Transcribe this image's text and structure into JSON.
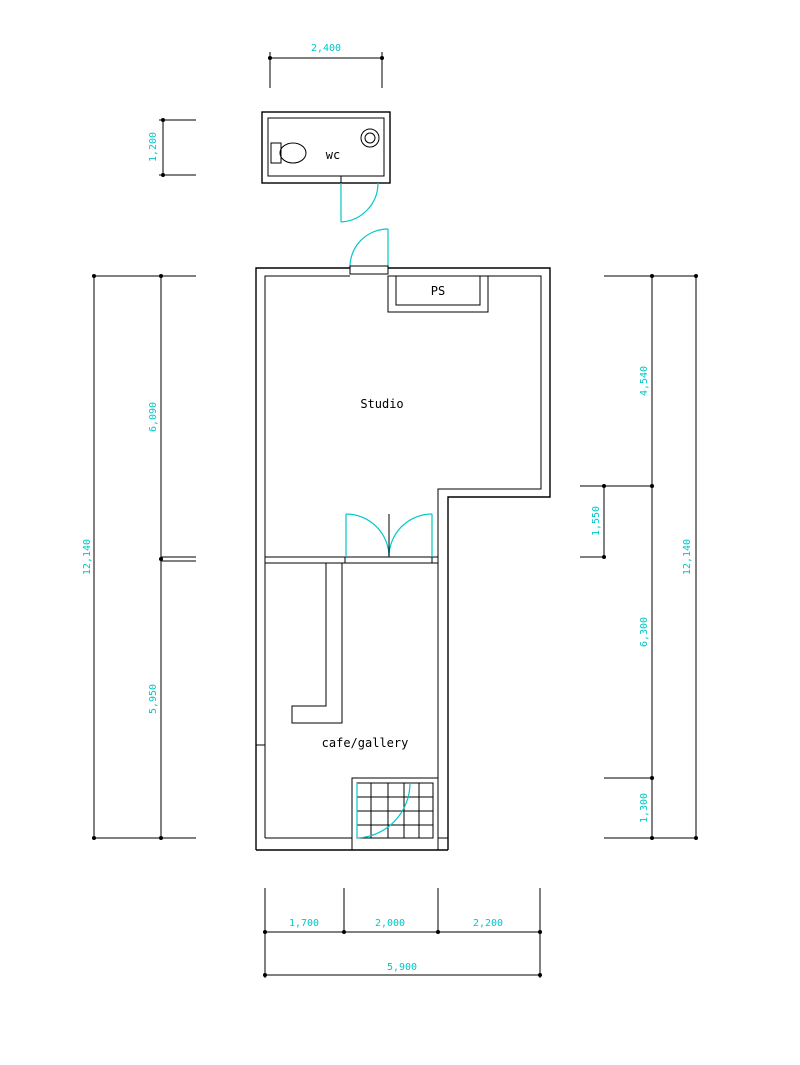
{
  "rooms": {
    "wc": "wc",
    "ps": "PS",
    "studio": "Studio",
    "cafe": "cafe/gallery"
  },
  "dimensions": {
    "wc_width": "2,400",
    "wc_height": "1,200",
    "left_total": "12,140",
    "left_upper": "6,090",
    "left_lower": "5,950",
    "right_total": "12,140",
    "right_top": "4,540",
    "right_step": "1,550",
    "right_mid": "6,300",
    "right_bottom": "1,300",
    "bottom_a": "1,700",
    "bottom_b": "2,000",
    "bottom_c": "2,200",
    "bottom_total": "5,900"
  },
  "colors": {
    "dimension_text": "#00c8c8",
    "line": "#000000"
  }
}
